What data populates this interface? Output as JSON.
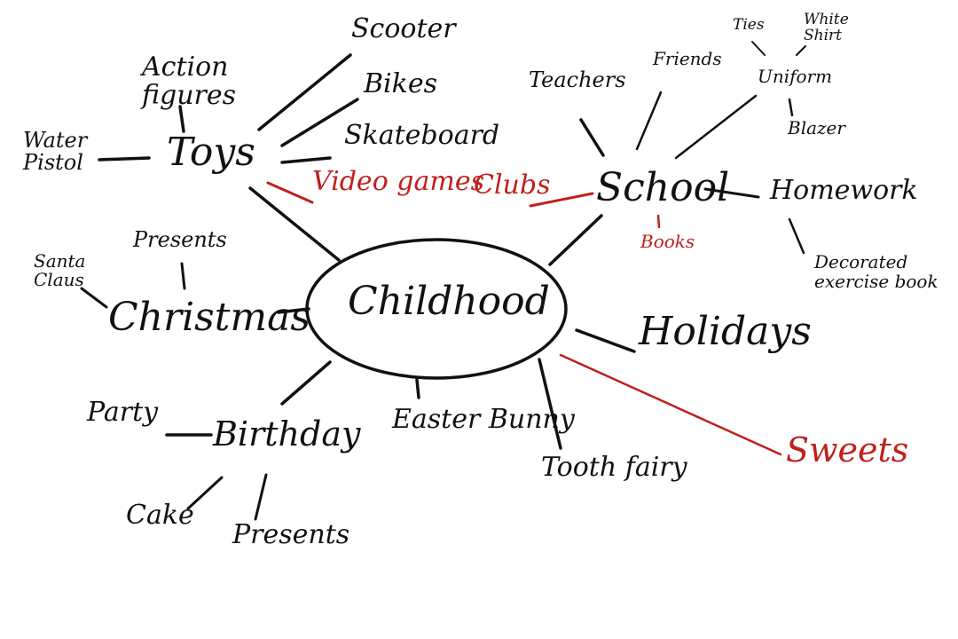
{
  "colors": {
    "ink": "#111111",
    "accent": "#c0201c"
  },
  "center": "Childhood",
  "branches": {
    "toys": {
      "label": "Toys",
      "items": [
        "Action figures",
        "Scooter",
        "Bikes",
        "Skateboard",
        "Water Pistol"
      ],
      "added": "Video games"
    },
    "school": {
      "label": "School",
      "items": [
        "Teachers",
        "Friends",
        "Uniform",
        "Homework",
        "Decorated exercise book"
      ],
      "uniform_items": [
        "Ties",
        "White Shirt",
        "Blazer"
      ],
      "added": [
        "Clubs",
        "Books"
      ]
    },
    "christmas": {
      "label": "Christmas",
      "items": [
        "Presents",
        "Santa Claus"
      ]
    },
    "birthday": {
      "label": "Birthday",
      "items": [
        "Party",
        "Cake",
        "Presents"
      ]
    },
    "holidays": {
      "label": "Holidays"
    },
    "easter": {
      "label": "Easter Bunny"
    },
    "toothfairy": {
      "label": "Tooth fairy"
    },
    "sweets": {
      "label": "Sweets"
    }
  }
}
